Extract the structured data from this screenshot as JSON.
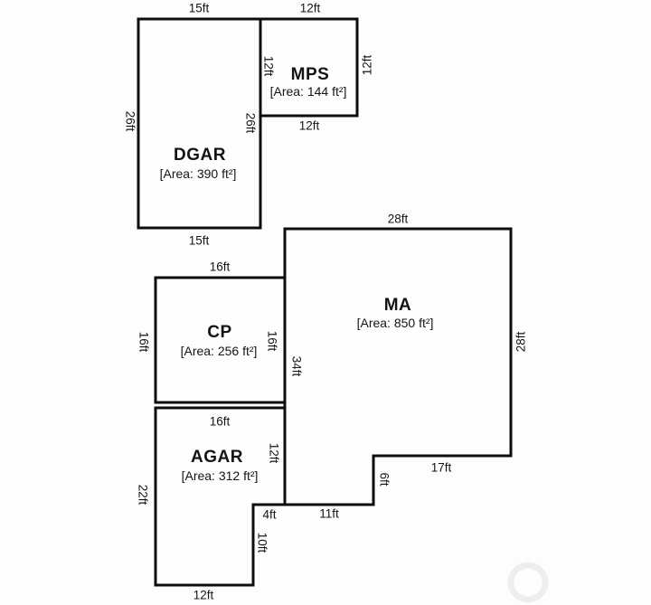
{
  "rooms": {
    "dgar": {
      "name": "DGAR",
      "area_label": "[Area: 390 ft²]"
    },
    "mps": {
      "name": "MPS",
      "area_label": "[Area: 144 ft²]"
    },
    "cp": {
      "name": "CP",
      "area_label": "[Area: 256 ft²]"
    },
    "ma": {
      "name": "MA",
      "area_label": "[Area: 850 ft²]"
    },
    "agar": {
      "name": "AGAR",
      "area_label": "[Area: 312 ft²]"
    }
  },
  "dims": {
    "dgar_top": "15ft",
    "dgar_bottom": "15ft",
    "dgar_left": "26ft",
    "dgar_right_inner": "26ft",
    "mps_top": "12ft",
    "mps_left_inner": "12ft",
    "mps_right": "12ft",
    "mps_bottom": "12ft",
    "ma_top": "28ft",
    "ma_right": "28ft",
    "ma_left_inner": "34ft",
    "ma_notch_right": "17ft",
    "ma_notch_height": "6ft",
    "ma_notch_bottom": "11ft",
    "cp_top": "16ft",
    "cp_left": "16ft",
    "cp_right_inner": "16ft",
    "agar_top": "16ft",
    "agar_left": "22ft",
    "agar_right_inner": "12ft",
    "agar_notch_top": "4ft",
    "agar_notch_side": "10ft",
    "agar_bottom": "12ft"
  },
  "colors": {
    "wall": "#0d0d0d",
    "background": "#fdfdfd",
    "watermark": "#eeeeee"
  }
}
